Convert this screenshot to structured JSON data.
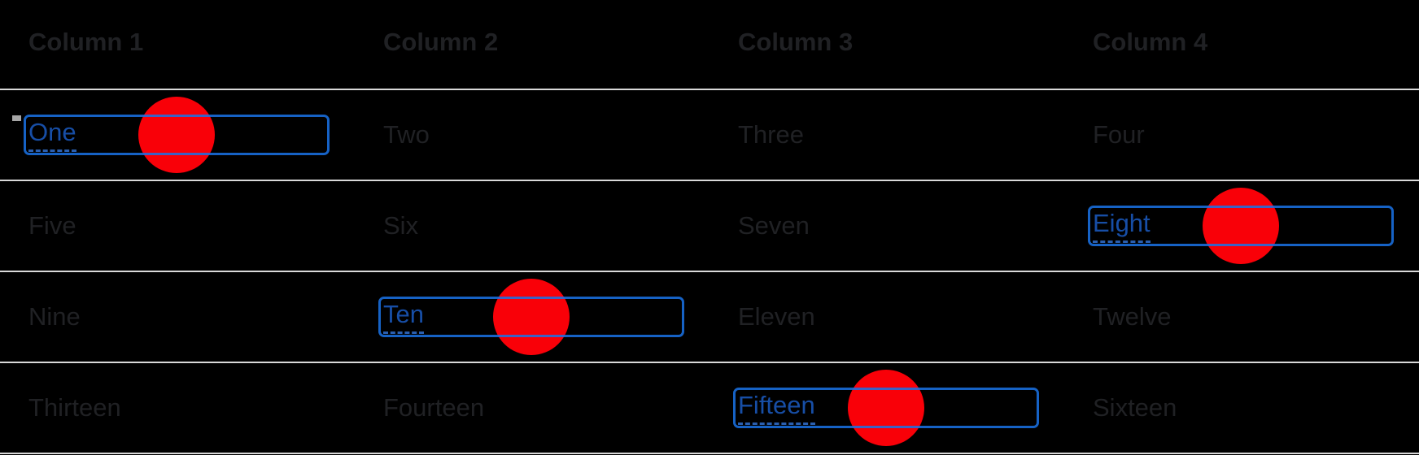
{
  "table": {
    "columns": [
      "Column 1",
      "Column 2",
      "Column 3",
      "Column 4"
    ],
    "rows": [
      {
        "cells": [
          "One",
          "Two",
          "Three",
          "Four"
        ]
      },
      {
        "cells": [
          "Five",
          "Six",
          "Seven",
          "Eight"
        ]
      },
      {
        "cells": [
          "Nine",
          "Ten",
          "Eleven",
          "Twelve"
        ]
      },
      {
        "cells": [
          "Thirteen",
          "Fourteen",
          "Fifteen",
          "Sixteen"
        ]
      }
    ],
    "focused_cells": [
      {
        "row": 1,
        "column": 1,
        "label": "One"
      },
      {
        "row": 2,
        "column": 4,
        "label": "Eight"
      },
      {
        "row": 3,
        "column": 2,
        "label": "Ten"
      },
      {
        "row": 4,
        "column": 3,
        "label": "Fifteen"
      }
    ]
  },
  "colors": {
    "background": "#000000",
    "text": "#202124",
    "row_divider": "#d9d9d9",
    "focus_ring": "#1a73e8",
    "focus_text": "#174ea6",
    "focus_underline": "#2a5fb0",
    "tap_indicator": "#f90008"
  },
  "icons": {
    "tap_indicator": "tap-circle-icon"
  }
}
